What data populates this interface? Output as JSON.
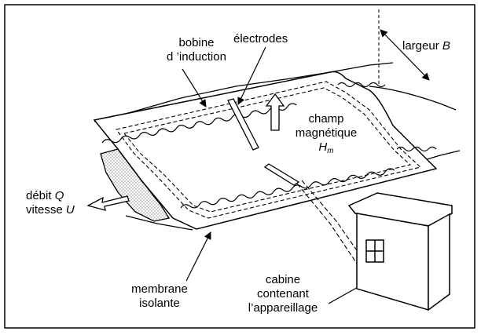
{
  "labels": {
    "bobine_line1": "bobine",
    "bobine_line2": "d ’induction",
    "electrodes": "électrodes",
    "largeur_prefix": "largeur ",
    "largeur_symbol": "B",
    "champ_line1": "champ",
    "champ_line2": "magnétique",
    "champ_symbol": "H",
    "champ_subscript": "m",
    "debit_prefix": "débit ",
    "debit_symbol": "Q",
    "vitesse_prefix": "vitesse ",
    "vitesse_symbol": "U",
    "membrane_line1": "membrane",
    "membrane_line2": "isolante",
    "cabine_line1": "cabine",
    "cabine_line2": "contenant",
    "cabine_line3": "l’appareillage"
  },
  "colors": {
    "ink": "#000000",
    "paper": "#ffffff",
    "earth_stipple": "#555555"
  }
}
